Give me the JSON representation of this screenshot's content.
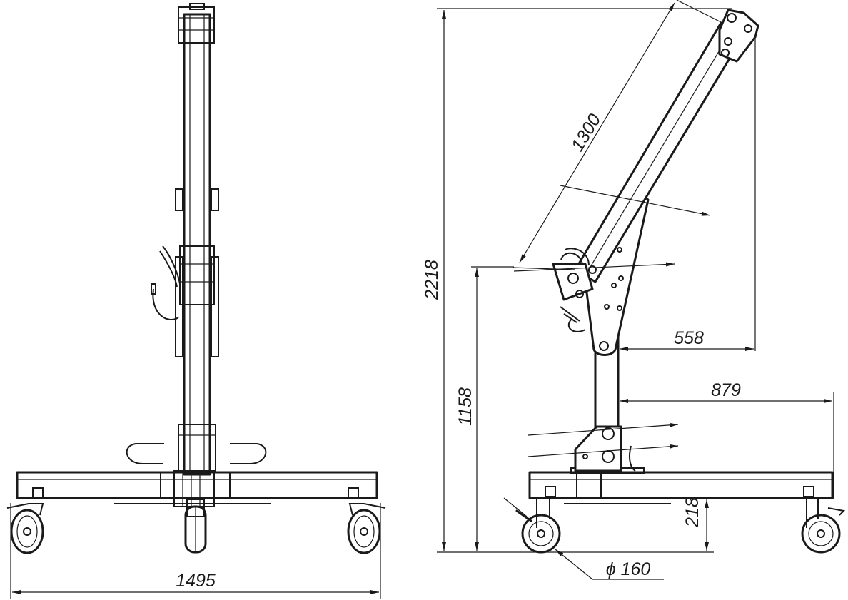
{
  "drawing": {
    "front_view": {
      "width_label": "1495"
    },
    "side_view": {
      "boom_length_label": "1300",
      "total_height_label": "2218",
      "pivot_height_label": "1158",
      "boom_reach_label": "558",
      "base_reach_label": "879",
      "base_height_label": "218",
      "wheel_diameter_label": "ϕ 160"
    }
  }
}
